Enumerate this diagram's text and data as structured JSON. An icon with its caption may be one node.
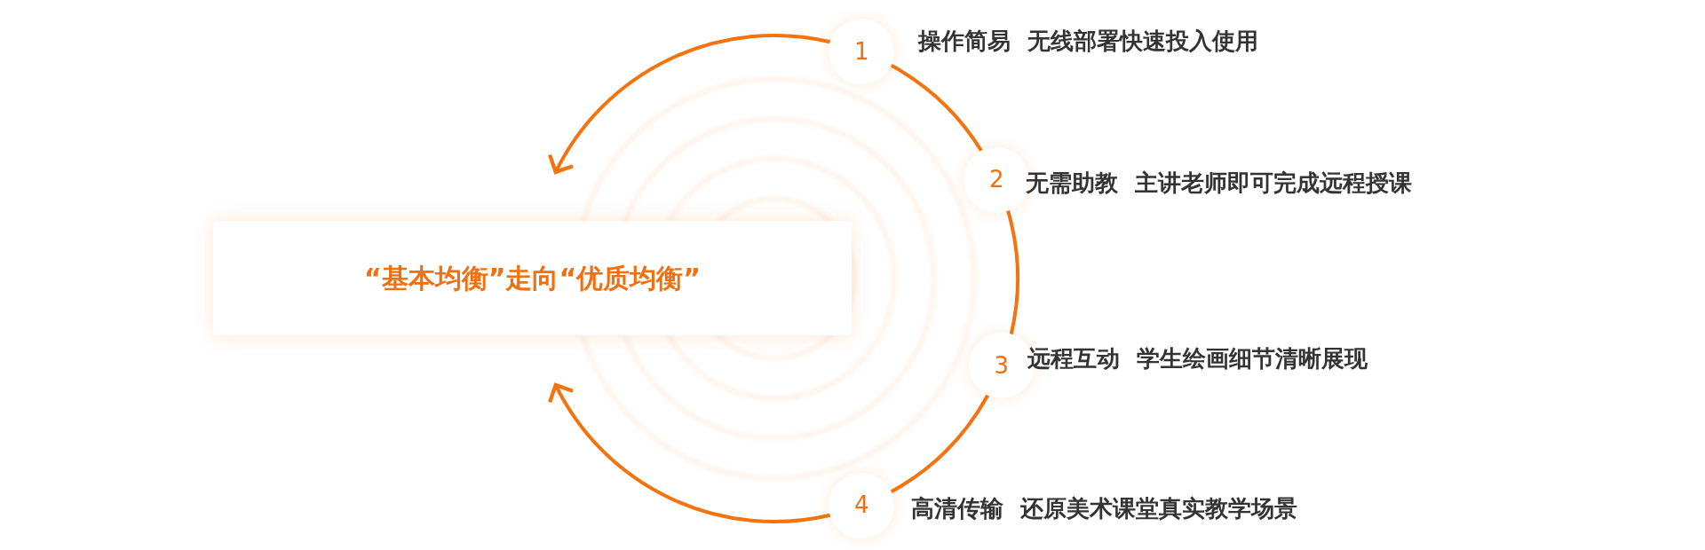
{
  "diagram": {
    "nodes": [
      {
        "text": [
          "“基本均衡”走向“优质均衡”"
        ]
      },
      {
        "text": [
          "1"
        ],
        "beside": [
          "操作简易 无线部署快速投入使用"
        ]
      },
      {
        "text": [
          "2"
        ],
        "beside": [
          "无需助教 主讲老师即可完成远程授课"
        ]
      },
      {
        "text": [
          "3"
        ],
        "beside": [
          "远程互动 学生绘画细节清晰展现"
        ]
      },
      {
        "text": [
          "4"
        ],
        "beside": [
          "高清传输 还原美术课堂真实教学场景"
        ]
      }
    ],
    "edges": [
      {
        "from": 1,
        "to": 0,
        "arrow": "to"
      },
      {
        "from": 1,
        "to": 2,
        "arrow": "none"
      },
      {
        "from": 2,
        "to": 3,
        "arrow": "none"
      },
      {
        "from": 3,
        "to": 4,
        "arrow": "none"
      },
      {
        "from": 4,
        "to": 0,
        "arrow": "to"
      }
    ]
  }
}
